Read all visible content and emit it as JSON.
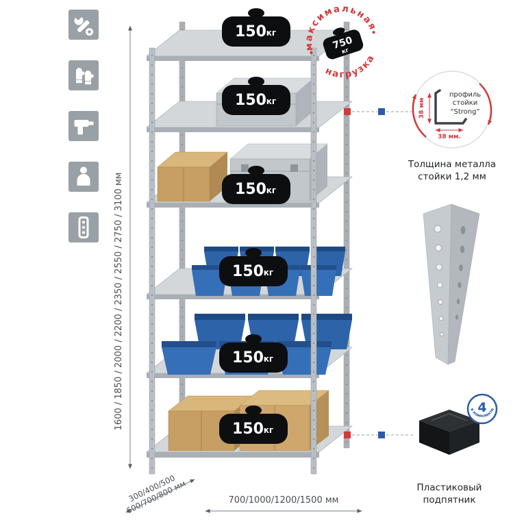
{
  "page": {
    "background": "#ffffff"
  },
  "colors": {
    "accent_red": "#d23a3c",
    "accent_blue": "#2a5ca8",
    "bin_blue": "#2f66ad",
    "cardboard": "#c79e63",
    "metal_gray": "#c3c8cc"
  },
  "left_icons": {
    "items": [
      "wrench",
      "gloves",
      "drill",
      "person",
      "perforated-profile"
    ]
  },
  "stamp": {
    "arc_top": "максимальная",
    "arc_bottom": "нагрузка",
    "value": "750",
    "unit": "кг"
  },
  "rack": {
    "badges": [
      {
        "value": "150",
        "unit": "кг"
      },
      {
        "value": "150",
        "unit": "кг"
      },
      {
        "value": "150",
        "unit": "кг"
      },
      {
        "value": "150",
        "unit": "кг"
      },
      {
        "value": "150",
        "unit": "кг"
      },
      {
        "value": "150",
        "unit": "кг"
      }
    ]
  },
  "dimensions": {
    "height": "1600 / 1850 / 2000 / 2200 / 2350 / 2550 / 2750 / 3100 мм",
    "depth_line1": "300/400/500",
    "depth_line2": "600/700/800 мм",
    "width": "700/1000/1200/1500 мм"
  },
  "callouts": {
    "profile": {
      "line1": "профиль",
      "line2": "стойки",
      "line3": "“Strong”",
      "dim_v": "38 мм",
      "dim_h": "38 мм.",
      "caption1": "Толщина металла",
      "caption2": "стойки 1,2 мм"
    },
    "foot": {
      "badge_value": "4",
      "badge_text": "в комплекте",
      "caption1": "Пластиковый",
      "caption2": "подпятник"
    }
  }
}
